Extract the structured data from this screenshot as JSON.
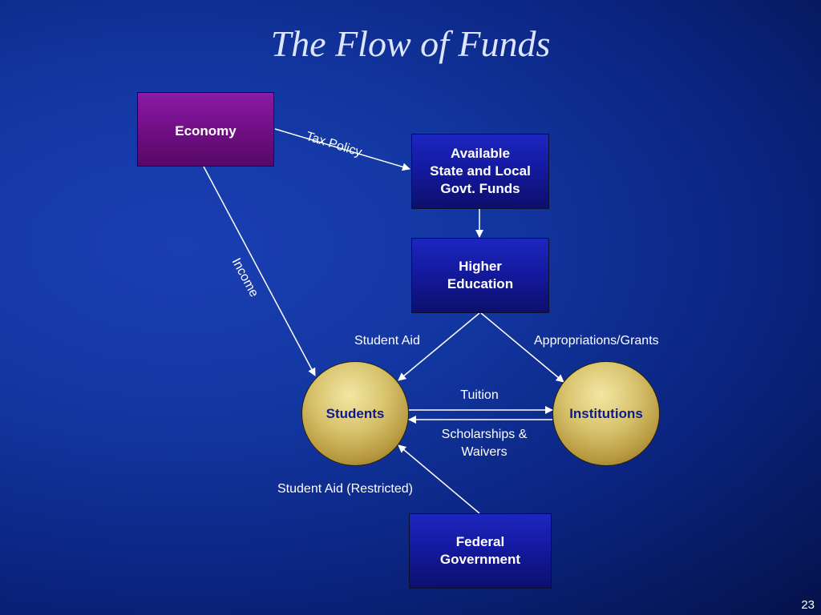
{
  "title": "The Flow of Funds",
  "nodes": {
    "economy": "Economy",
    "available_funds": "Available\nState and Local\nGovt. Funds",
    "higher_education": "Higher\nEducation",
    "students": "Students",
    "institutions": "Institutions",
    "federal_government": "Federal\nGovernment"
  },
  "edges": {
    "tax_policy": "Tax Policy",
    "income": "Income",
    "student_aid": "Student Aid",
    "appropriations": "Appropriations/Grants",
    "tuition": "Tuition",
    "scholarships": "Scholarships &\nWaivers",
    "student_aid_restricted": "Student Aid (Restricted)"
  },
  "colors": {
    "background": "#1236a0",
    "box_blue": "#141aa0",
    "box_purple": "#720f86",
    "circle_gold": "#d7c36d",
    "circle_text": "#0c1a8c"
  },
  "page_number": "23"
}
